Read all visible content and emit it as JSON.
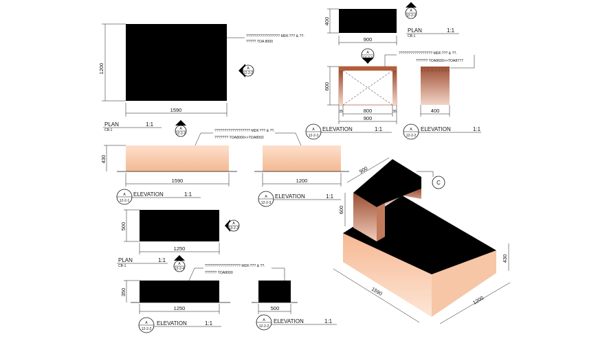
{
  "dims": {
    "plan_a_width": "1590",
    "plan_a_height": "1200",
    "top_small_width": "900",
    "top_small_height": "400",
    "front_height": "600",
    "front_inner": "800",
    "front_total": "900",
    "side_width": "400",
    "long_elev_width": "1590",
    "long_elev_height": "430",
    "short_elev_width": "1200",
    "plan_b_width": "1250",
    "plan_b_height": "500",
    "elev_b_width": "1250",
    "elev_b_height": "350",
    "elev_c_width": "500",
    "iso_top": "900",
    "iso_side": "600",
    "iso_length": "1590",
    "iso_depth": "1200",
    "iso_height": "430",
    "edge_small": "35"
  },
  "labels": {
    "plan": "PLAN",
    "elevation": "ELEVATION",
    "scale": "1:1",
    "sub_cb": "CB-1",
    "callout_letter": "A",
    "iso_callout": "C"
  },
  "notes": {
    "note_a_line1": "????????????????? MDF.??? & ??.",
    "note_a_line2": "????? TOA 8000",
    "note_b_line1": "?????????????????? MDF.??? & ??.",
    "note_b_line2": "??????? TOA8000>>TOA8002",
    "note_c_line1": "?????????????????? MDF.??? & ??.",
    "note_c_line2": "?????? TOA8000",
    "note_d_line1": "????????????????? MDF.??? & ??.",
    "note_d_line2": "?????? TOA8600>>TOA8777"
  },
  "tags": {
    "t1": "12-2-2",
    "t2": "12-2-1",
    "t3": "12-2-3",
    "t4": "13-2-2",
    "t5": "12-2-4"
  },
  "colors": {
    "fill_black": "#000000",
    "peach": "#f7c39e",
    "brown_dark": "#a85c3c",
    "brown_light": "#f0d0bf"
  }
}
